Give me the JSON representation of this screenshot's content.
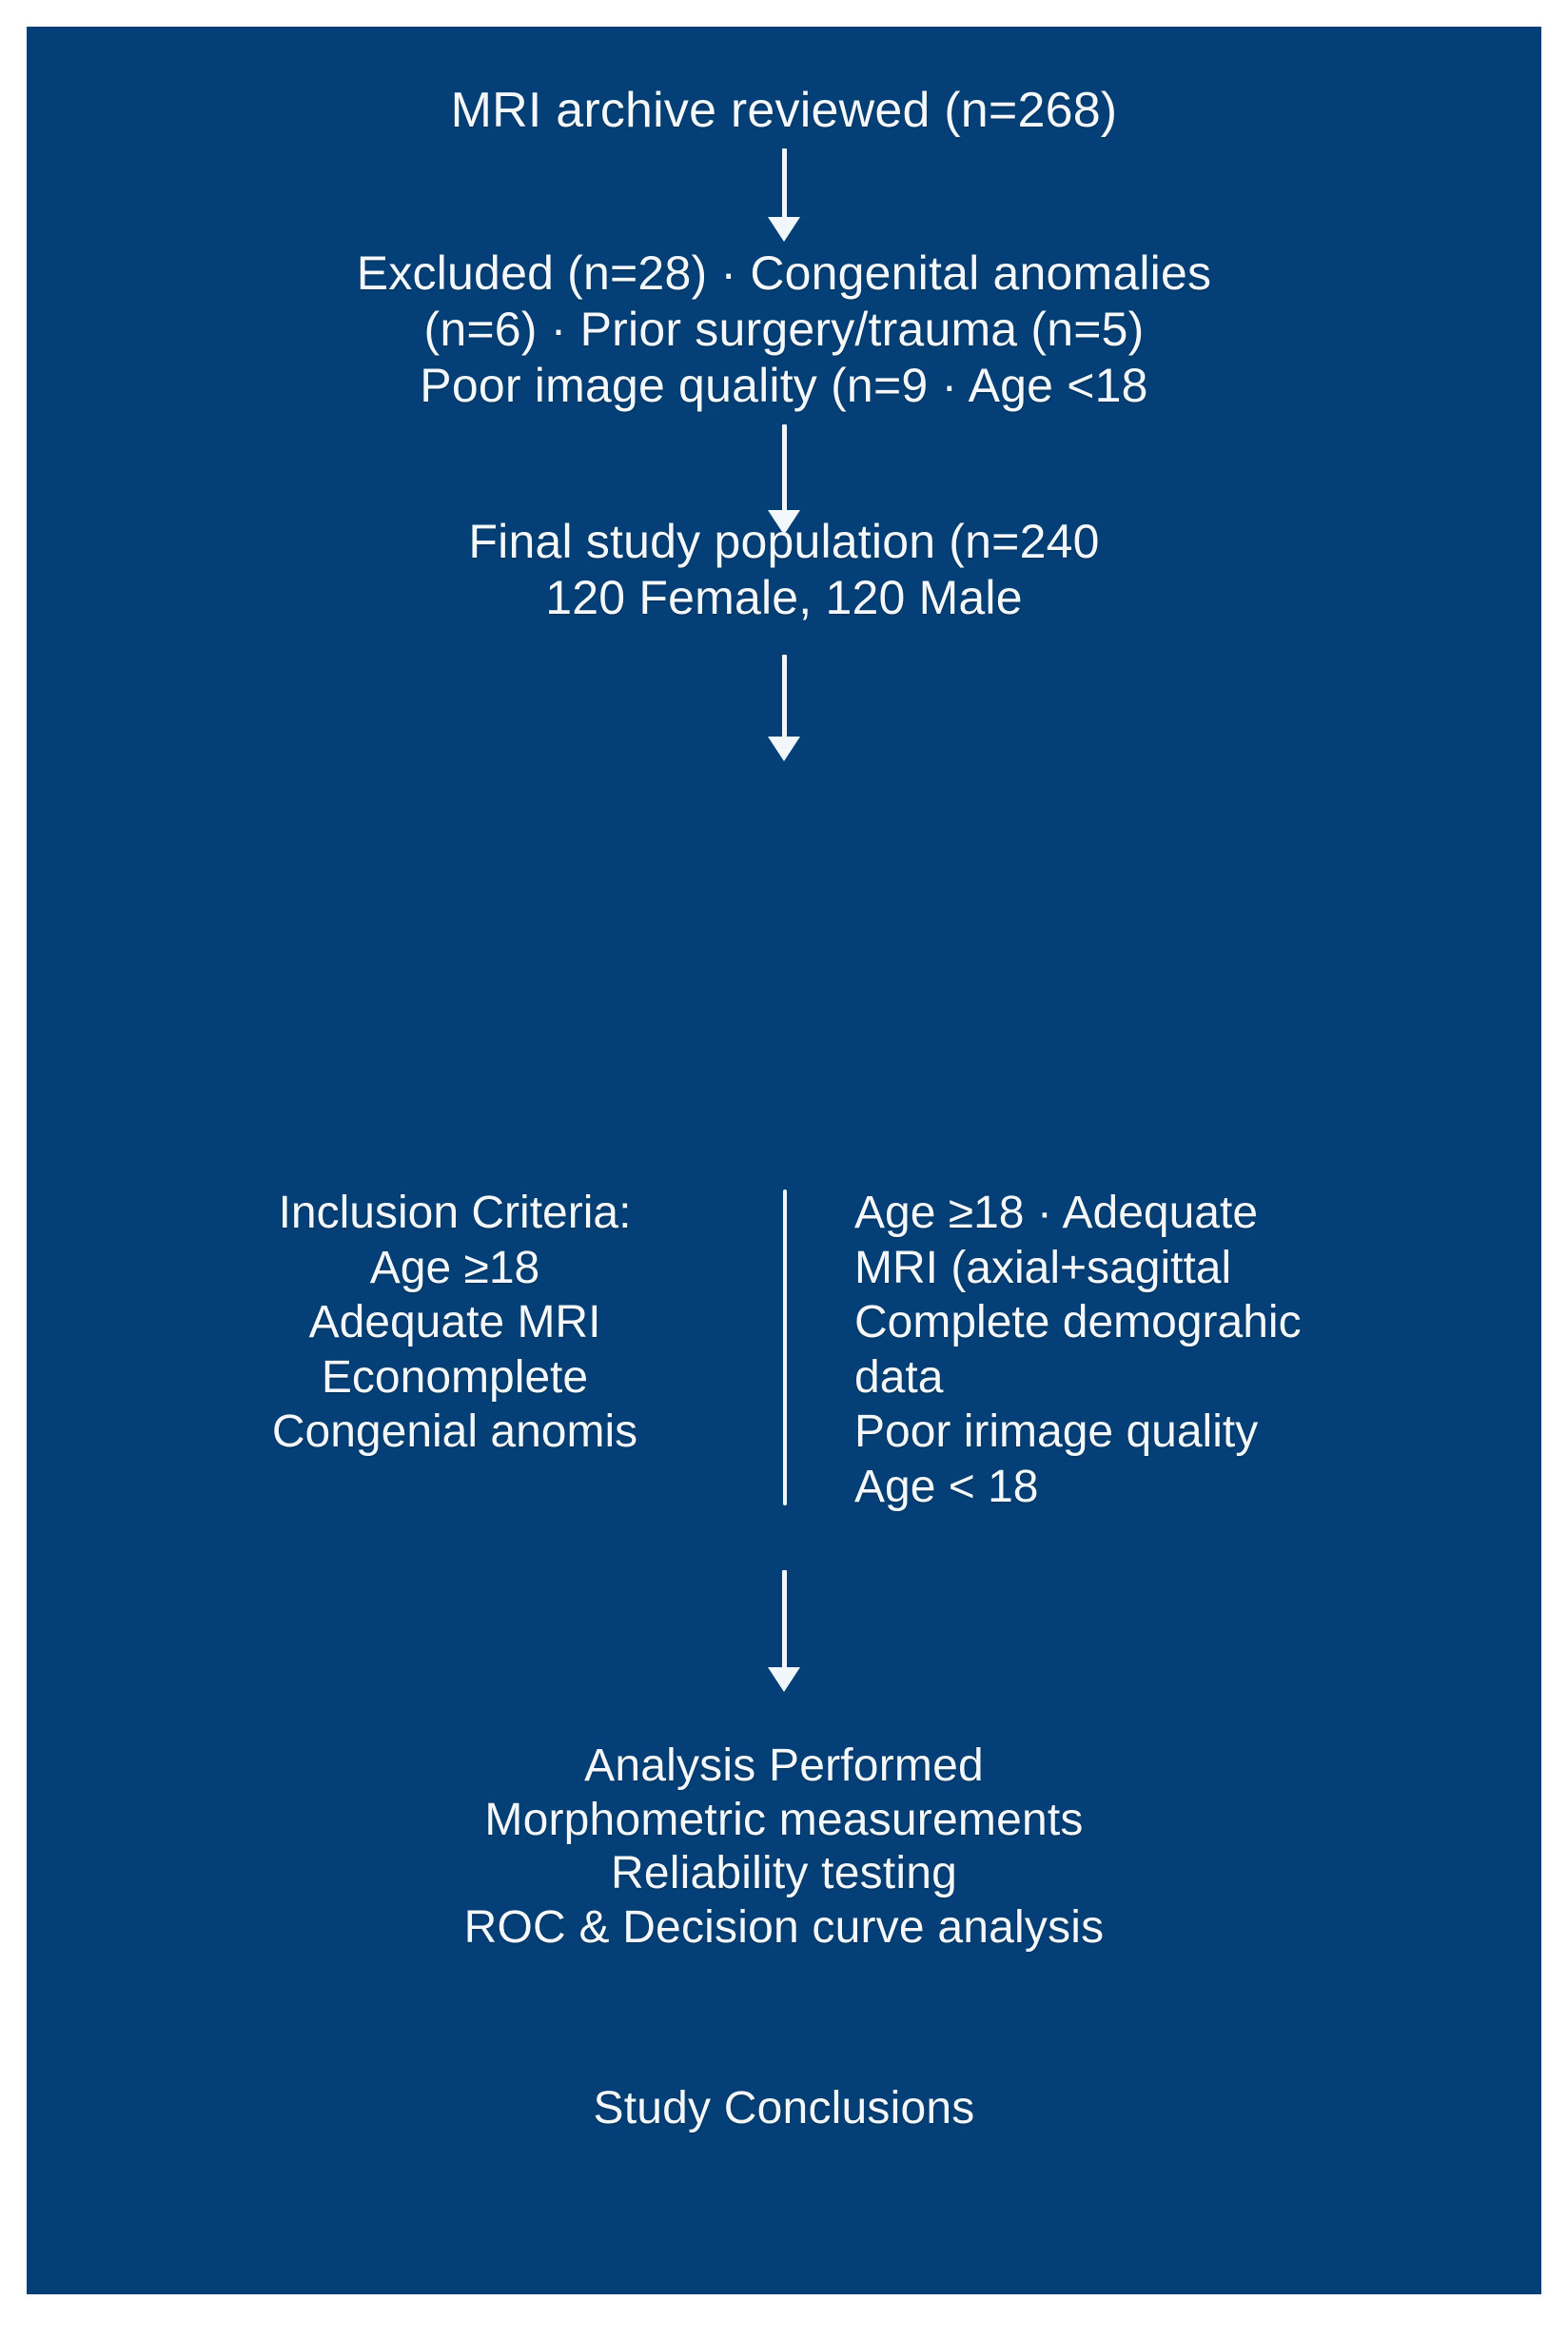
{
  "figure": {
    "type": "study-flowchart",
    "background_color": "#044077",
    "text_color": "#f4f8fb",
    "frame_color": "#ffffff"
  },
  "steps": {
    "archive": {
      "lines": [
        "MRI archive reviewed (n=268)"
      ]
    },
    "excluded": {
      "lines": [
        "Excluded (n=28) · Congenital anomalies",
        "(n=6) · Prior surgery/trauma (n=5)",
        "Poor image quality (n=9 · Age <18"
      ]
    },
    "final_population": {
      "lines": [
        "Final study population (n=240",
        "120 Female, 120 Male"
      ]
    },
    "criteria": {
      "left_column": [
        "Inclusion Criteria:",
        "Age ≥18",
        "Adequate MRI",
        "Economplete",
        "Congenial anomis"
      ],
      "right_column": [
        "Age ≥18 · Adequate",
        "MRI (axial+sagittal",
        "Complete demograhic",
        "data",
        "Poor irimage quality",
        "Age < 18"
      ]
    },
    "analysis": {
      "lines": [
        "Analysis Performed",
        "Morphometric measurements",
        "Reliability testing",
        "ROC & Decision curve analysis"
      ]
    },
    "conclusions": {
      "lines": [
        "Study Conclusions"
      ]
    }
  },
  "counts": {
    "archive_reviewed": 268,
    "excluded_total": 28,
    "congenital_anomalies": 6,
    "prior_surgery_trauma": 5,
    "poor_image_quality": 9,
    "final_population": 240,
    "female": 120,
    "male": 120,
    "age_threshold": 18
  }
}
